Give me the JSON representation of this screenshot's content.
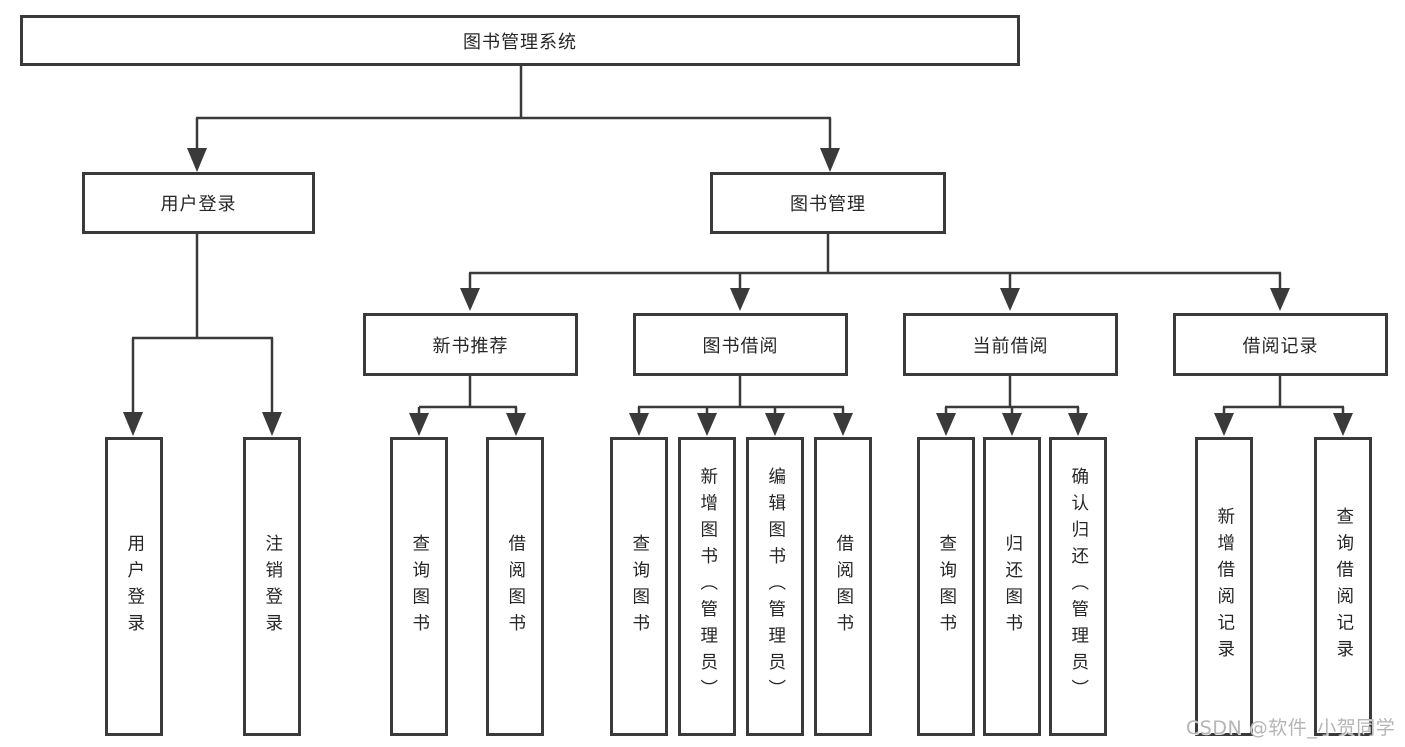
{
  "diagram_type": "hierarchy-tree",
  "tree": {
    "label": "图书管理系统",
    "children": [
      {
        "label": "用户登录",
        "children": [
          {
            "label": "用户登录"
          },
          {
            "label": "注销登录"
          }
        ]
      },
      {
        "label": "图书管理",
        "children": [
          {
            "label": "新书推荐",
            "children": [
              {
                "label": "查询图书"
              },
              {
                "label": "借阅图书"
              }
            ]
          },
          {
            "label": "图书借阅",
            "children": [
              {
                "label": "查询图书"
              },
              {
                "label": "新增图书（管理员）"
              },
              {
                "label": "编辑图书（管理员）"
              },
              {
                "label": "借阅图书"
              }
            ]
          },
          {
            "label": "当前借阅",
            "children": [
              {
                "label": "查询图书"
              },
              {
                "label": "归还图书"
              },
              {
                "label": "确认归还（管理员）"
              }
            ]
          },
          {
            "label": "借阅记录",
            "children": [
              {
                "label": "新增借阅记录"
              },
              {
                "label": "查询借阅记录"
              }
            ]
          }
        ]
      }
    ]
  },
  "watermark": {
    "text": "CSDN @软件_小贺同学"
  },
  "colors": {
    "line": "#3a3a3a",
    "text": "#262626",
    "box_bg": "#ffffff",
    "page_bg": "#ffffff",
    "watermark": "#b5b5b5"
  }
}
